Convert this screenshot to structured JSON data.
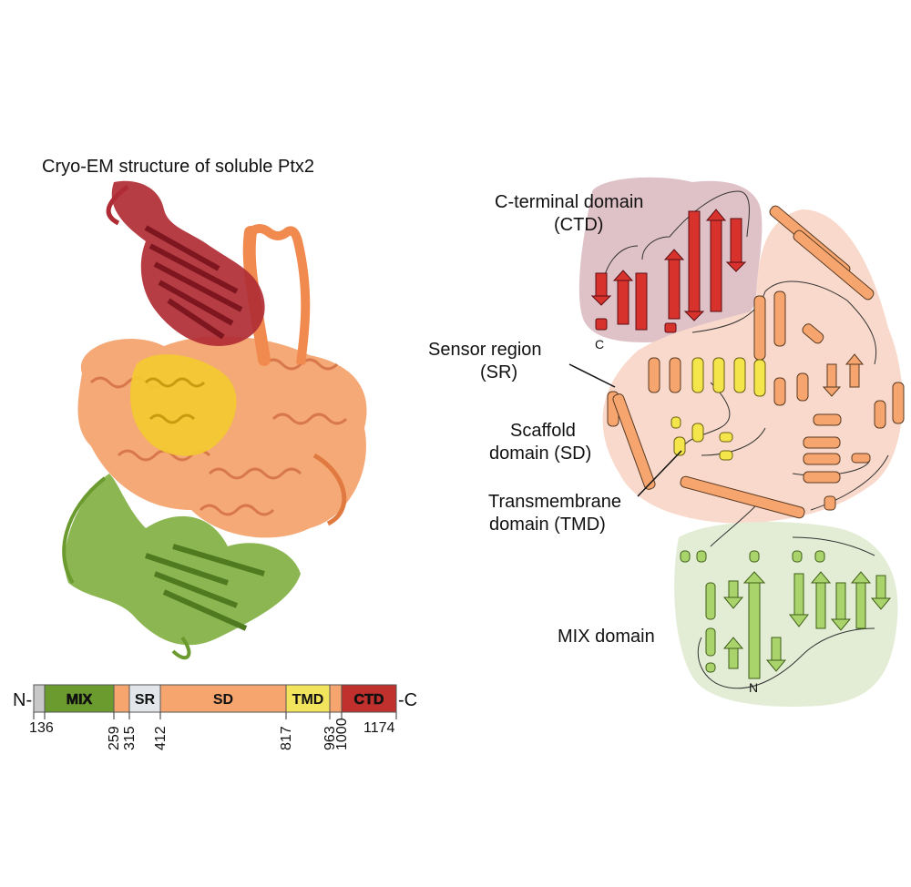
{
  "title": "Cryo-EM structure of soluble Ptx2",
  "colors": {
    "mix": "#6b9a2e",
    "mix_light": "#a9cf6a",
    "sr": "#e2e6ea",
    "sd": "#f6a56f",
    "tmd": "#f2e45c",
    "ctd": "#c0302d",
    "ctd_dark": "#8c1c24",
    "linker": "#c8c8c8",
    "halo_ctd": "#d9b3bb",
    "halo_sd": "#f8d6c6",
    "halo_mix": "#dfead0"
  },
  "bar": {
    "n_label": "N-",
    "c_label": "-C",
    "segments": [
      {
        "label": "",
        "color": "#c8c8c8"
      },
      {
        "label": "MIX",
        "color": "#6b9a2e"
      },
      {
        "label": "",
        "color": "#f6a56f"
      },
      {
        "label": "SR",
        "color": "#e2e6ea"
      },
      {
        "label": "SD",
        "color": "#f6a56f"
      },
      {
        "label": "TMD",
        "color": "#f2e45c"
      },
      {
        "label": "",
        "color": "#f6a56f"
      },
      {
        "label": "CTD",
        "color": "#c0302d"
      }
    ],
    "positions": [
      "1",
      "36",
      "259",
      "315",
      "412",
      "817",
      "963",
      "1000",
      "1174"
    ]
  },
  "topology": {
    "ctd_label_line1": "C-terminal domain",
    "ctd_label_line2": "(CTD)",
    "sr_label_line1": "Sensor region",
    "sr_label_line2": "(SR)",
    "sd_label_line1": "Scaffold",
    "sd_label_line2": "domain (SD)",
    "tmd_label_line1": "Transmembrane",
    "tmd_label_line2": "domain (TMD)",
    "mix_label": "MIX domain",
    "c_terminus": "C",
    "n_terminus": "N"
  }
}
